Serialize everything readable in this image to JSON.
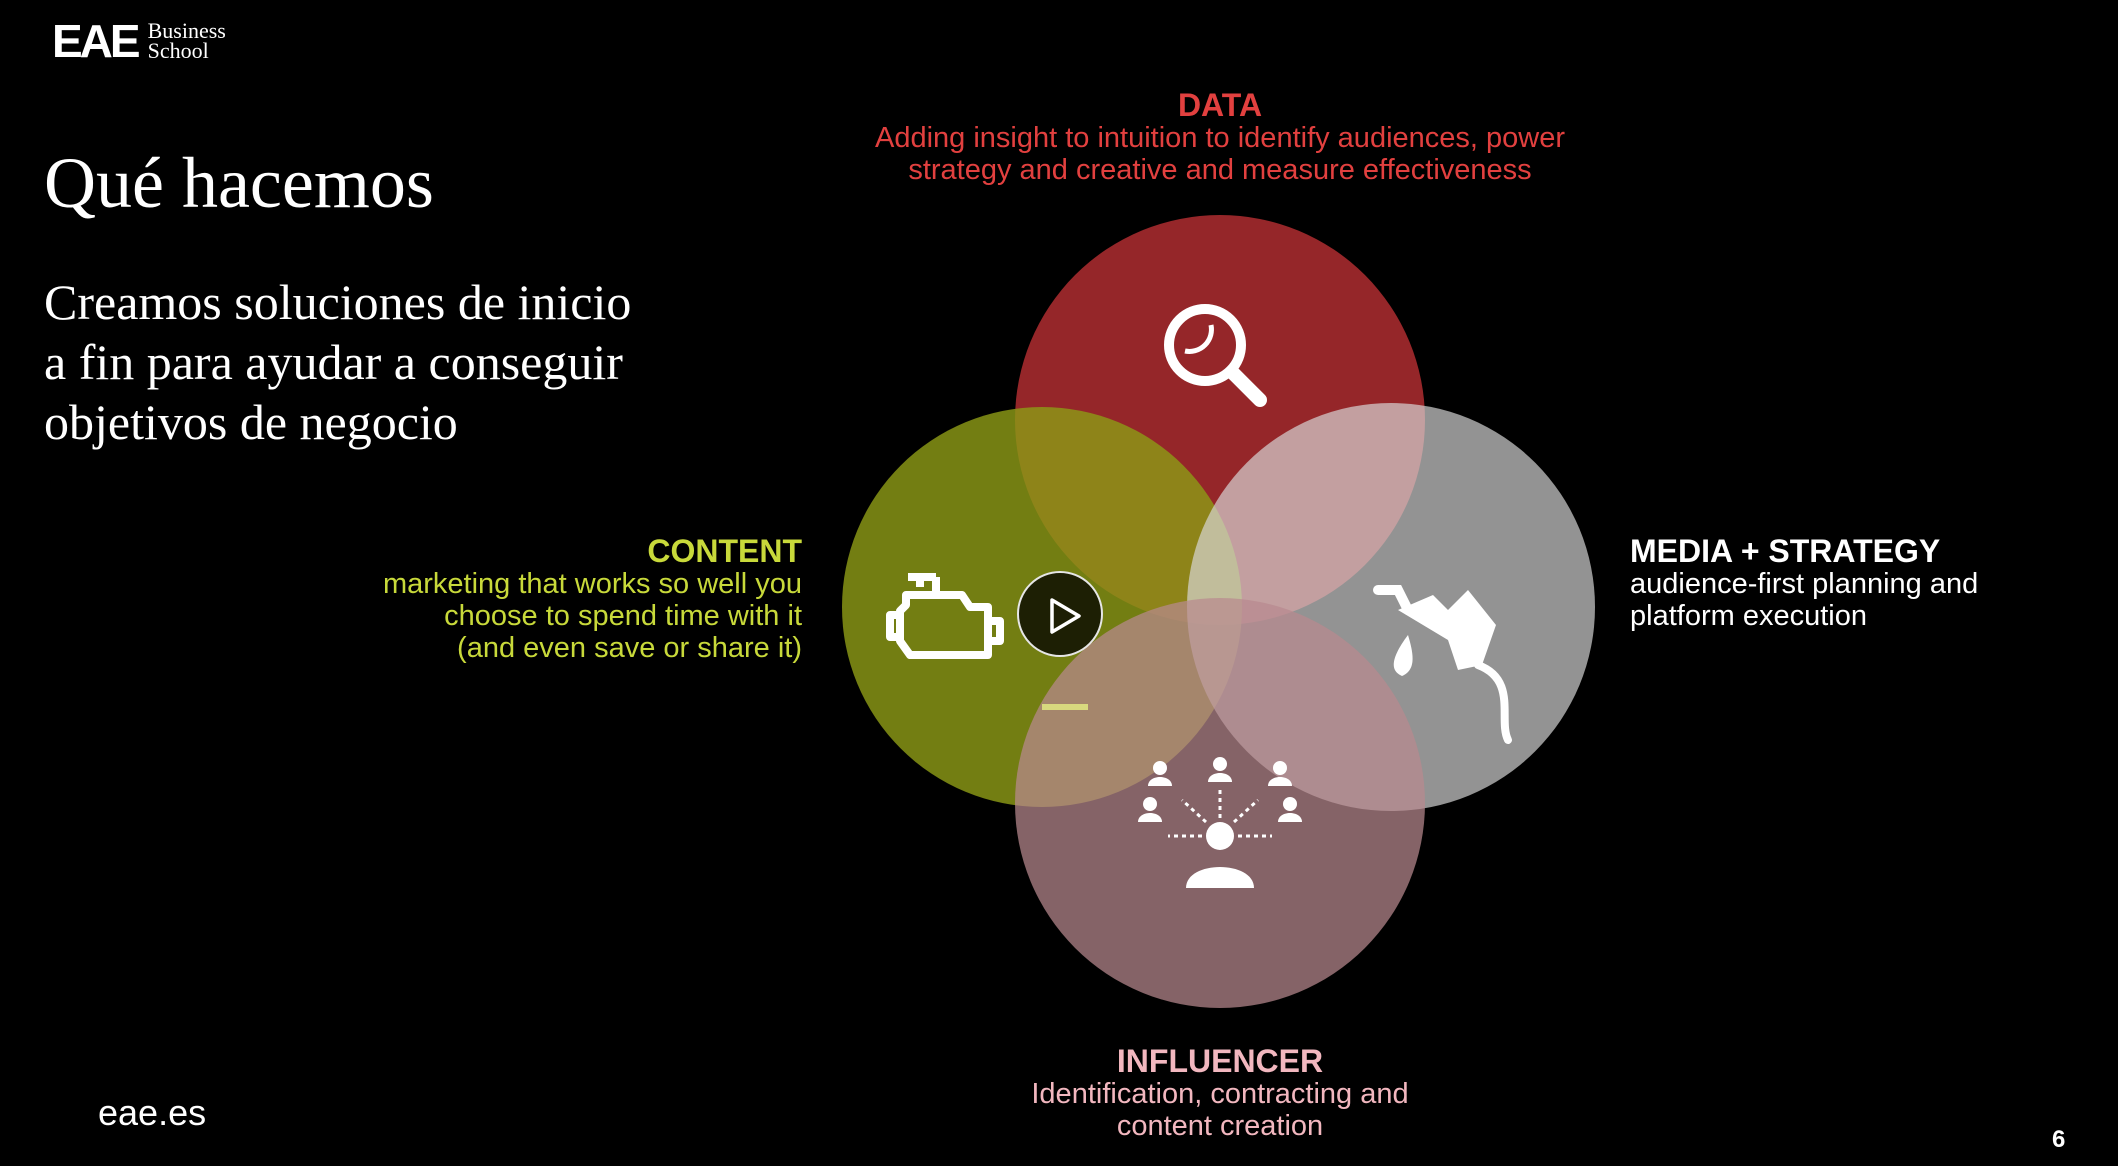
{
  "logo": {
    "mark": "EAE",
    "line1": "Business",
    "line2": "School"
  },
  "slide": {
    "title": "Qué hacemos",
    "subtitle_lines": [
      "Creamos soluciones de inicio",
      "a fin para ayudar a conseguir",
      "objetivos de negocio"
    ],
    "url": "eae.es",
    "page_number": "6"
  },
  "diagram": {
    "data": {
      "title": "DATA",
      "lines": [
        "Adding insight to intuition to identify audiences, power",
        "strategy and creative and measure effectiveness"
      ],
      "color": "#e2403f",
      "icon": "magnifier-icon"
    },
    "content": {
      "title": "CONTENT",
      "lines": [
        "marketing that works so well you",
        "choose to spend time with it",
        "(and even save or share it)"
      ],
      "color": "#c8d93a",
      "icon": "engine-icon"
    },
    "media": {
      "title": "MEDIA + STRATEGY",
      "lines": [
        "audience-first planning and",
        "platform execution"
      ],
      "color": "#ffffff",
      "icon": "fuel-pump-icon"
    },
    "influencer": {
      "title": "INFLUENCER",
      "lines": [
        "Identification, contracting and",
        "content creation"
      ],
      "color": "#f2b7bf",
      "icon": "network-people-icon"
    }
  },
  "video": {
    "control_icon": "play-icon"
  }
}
